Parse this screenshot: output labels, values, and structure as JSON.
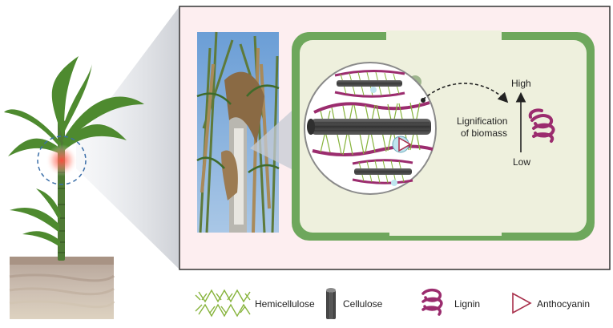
{
  "cell_labels": {
    "scale_high": "High",
    "scale_low": "Low",
    "lignification_line1": "Lignification",
    "lignification_line2": "of biomass"
  },
  "legend": [
    {
      "icon": "hemicellulose-icon",
      "label": "Hemicellulose"
    },
    {
      "icon": "cellulose-icon",
      "label": "Cellulose"
    },
    {
      "icon": "lignin-icon",
      "label": "Lignin"
    },
    {
      "icon": "anthocyanin-icon",
      "label": "Anthocyanin"
    }
  ],
  "colors": {
    "panel_fill": "#fdeef0",
    "cell_wall": "#6ea75c",
    "cytoplasm": "#eef0dd",
    "lignin": "#9b2c6e",
    "cellulose": "#4a4a4a",
    "hemicellulose": "#86b33b",
    "anthocyanin": "#a82f4b",
    "highlight": "#e8413c"
  }
}
